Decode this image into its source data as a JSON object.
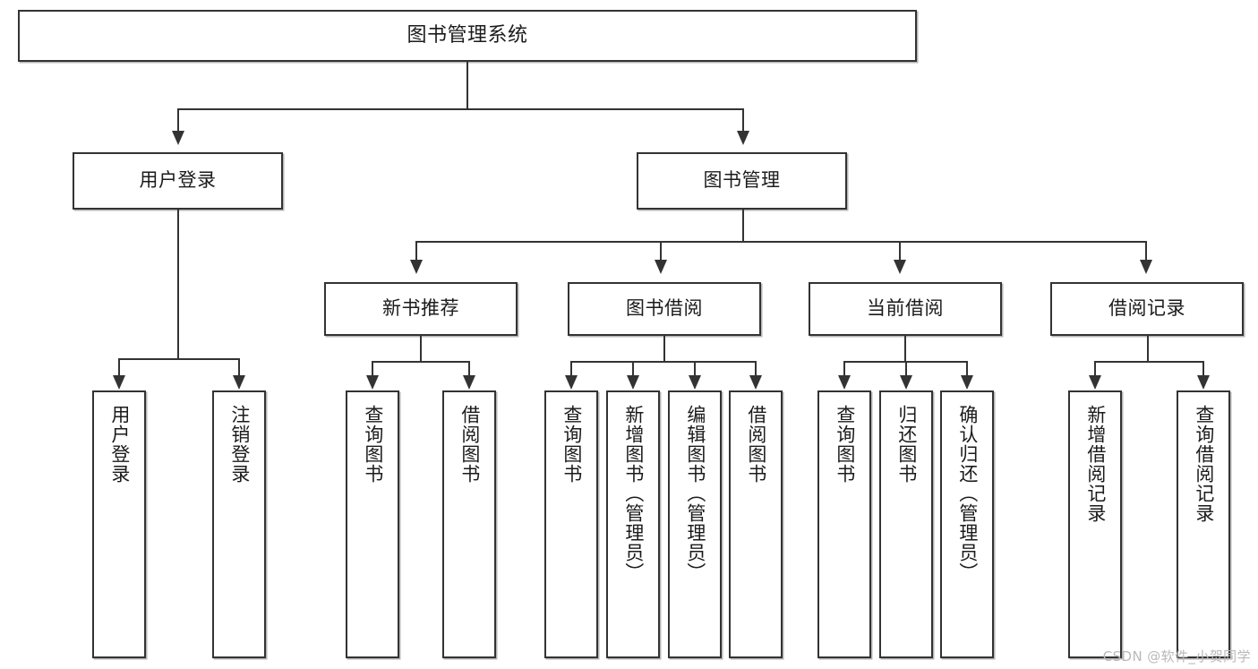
{
  "diagram": {
    "type": "tree-hierarchy",
    "title": "图书管理系统",
    "root": {
      "label": "图书管理系统"
    },
    "level2": [
      {
        "label": "用户登录"
      },
      {
        "label": "图书管理"
      }
    ],
    "level3": [
      {
        "label": "新书推荐"
      },
      {
        "label": "图书借阅"
      },
      {
        "label": "当前借阅"
      },
      {
        "label": "借阅记录"
      }
    ],
    "leaves": {
      "user_login": [
        {
          "label": "用户登录"
        },
        {
          "label": "注销登录"
        }
      ],
      "new_book_recommend": [
        {
          "label": "查询图书"
        },
        {
          "label": "借阅图书"
        }
      ],
      "book_borrow": [
        {
          "label": "查询图书"
        },
        {
          "label": "新增图书（管理员）"
        },
        {
          "label": "编辑图书（管理员）"
        },
        {
          "label": "借阅图书"
        }
      ],
      "current_borrow": [
        {
          "label": "查询图书"
        },
        {
          "label": "归还图书"
        },
        {
          "label": "确认归还（管理员）"
        }
      ],
      "borrow_records": [
        {
          "label": "新增借阅记录"
        },
        {
          "label": "查询借阅记录"
        }
      ]
    }
  },
  "watermark": {
    "text": "CSDN @软件_小贺同学"
  },
  "colors": {
    "stroke": "#333333",
    "background": "#ffffff",
    "text": "#1b1b1b",
    "watermark": "#b9b9b9"
  }
}
